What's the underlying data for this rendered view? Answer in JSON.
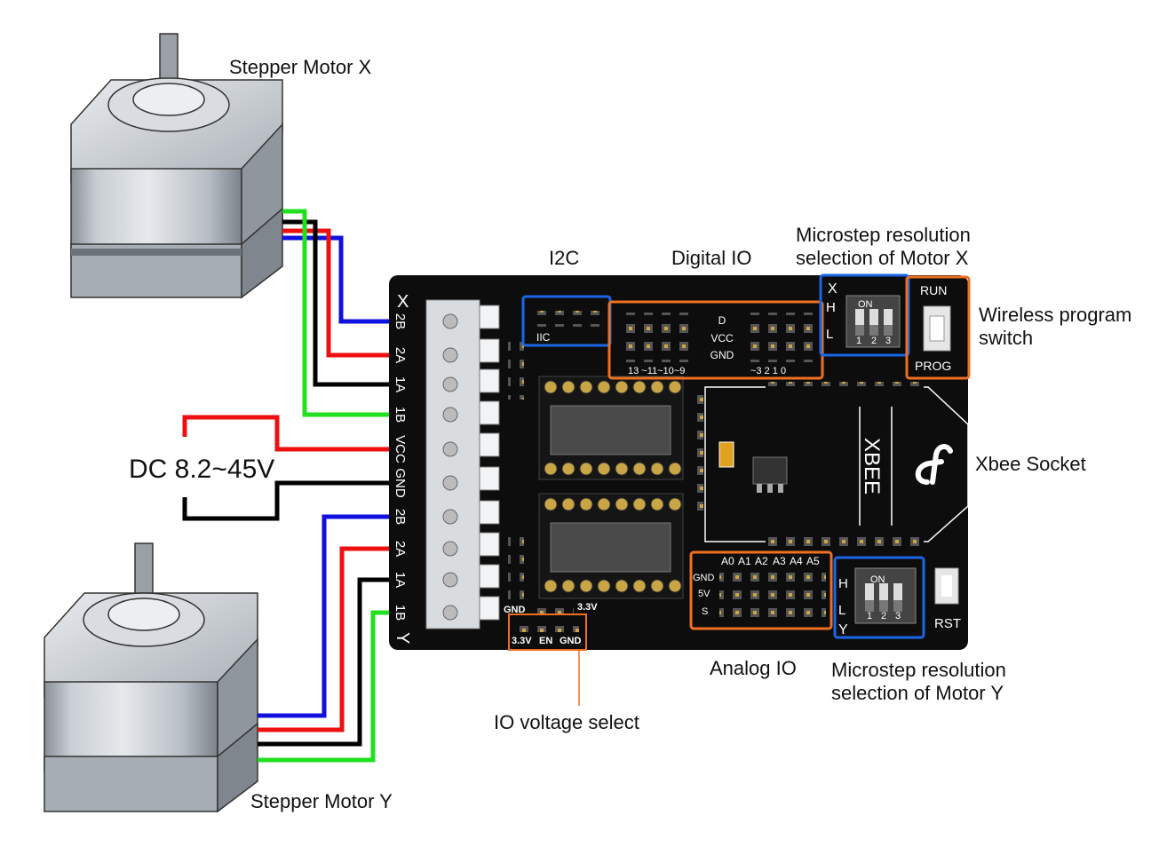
{
  "motor_x": {
    "label": "Stepper Motor X"
  },
  "motor_y": {
    "label": "Stepper Motor Y"
  },
  "power": {
    "label": "DC 8.2~45V"
  },
  "terminal": {
    "top_letter": "X",
    "bottom_letter": "Y",
    "pins": [
      "2B",
      "2A",
      "1A",
      "1B",
      "VCC",
      "GND",
      "2B",
      "2A",
      "1A",
      "1B"
    ]
  },
  "callouts": {
    "i2c": "I2C",
    "digital_io": "Digital IO",
    "microstep_x_line1": "Microstep resolution",
    "microstep_x_line2": "selection of Motor X",
    "wireless_line1": "Wireless program",
    "wireless_line2": "switch",
    "xbee_socket": "Xbee Socket",
    "analog_io": "Analog IO",
    "microstep_y_line1": "Microstep resolution",
    "microstep_y_line2": "selection of Motor Y",
    "io_voltage": "IO voltage select"
  },
  "board": {
    "iic": "IIC",
    "digital_mid": [
      "D",
      "VCC",
      "GND"
    ],
    "digital_left_nums": "13 ~11~10~9",
    "digital_right_nums": "~3  2   1   0",
    "dip_x": {
      "x": "X",
      "h": "H",
      "l": "L",
      "on": "ON",
      "nums": [
        "1",
        "2",
        "3"
      ]
    },
    "dip_y": {
      "h": "H",
      "l": "L",
      "y": "Y",
      "on": "ON",
      "nums": [
        "1",
        "2",
        "3"
      ]
    },
    "run": "RUN",
    "prog": "PROG",
    "xbee": "XBEE",
    "analog_header": [
      "A0",
      "A1",
      "A2",
      "A3",
      "A4",
      "A5"
    ],
    "analog_rows": [
      "GND",
      "5V",
      "S"
    ],
    "gnd_top": "GND",
    "v33_top": "3.3V",
    "voltage_pins": [
      "3.3V",
      "EN",
      "GND"
    ],
    "rst": "RST"
  },
  "colors": {
    "wire_blue": "#1010e0",
    "wire_red": "#ee1010",
    "wire_black": "#000000",
    "wire_green": "#20e020",
    "callout_blue": "#1a66e6",
    "callout_orange": "#f07020",
    "board": "#0d0d0d"
  }
}
